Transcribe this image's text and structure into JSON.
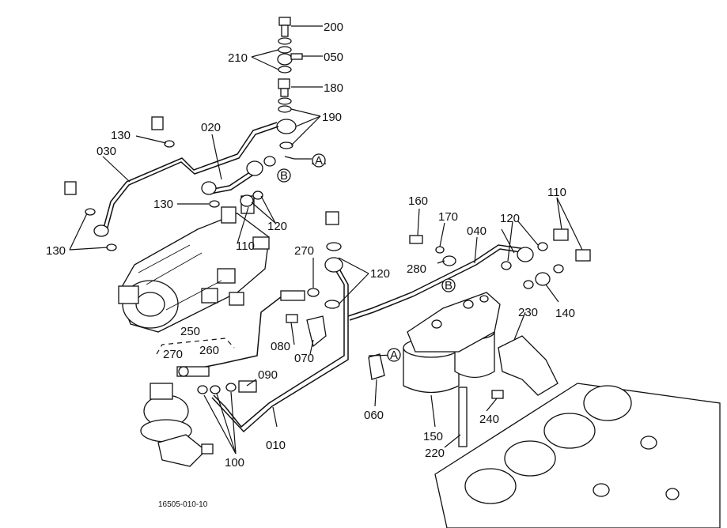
{
  "diagram": {
    "part_labels": {
      "p200": "200",
      "p210": "210",
      "p050": "050",
      "p180": "180",
      "p190": "190",
      "p130a": "130",
      "p020": "020",
      "p030": "030",
      "p130b": "130",
      "p130c": "130",
      "p110a": "110",
      "p120a": "120",
      "p160": "160",
      "p170": "170",
      "p040": "040",
      "p120b": "120",
      "p110b": "110",
      "p280": "280",
      "p270a": "270",
      "p120c": "120",
      "p140": "140",
      "p230": "230",
      "p250": "250",
      "p270b": "270",
      "p260": "260",
      "p080": "080",
      "p070": "070",
      "p090": "090",
      "p060": "060",
      "p010": "010",
      "p150": "150",
      "p240": "240",
      "p220": "220",
      "p100": "100"
    },
    "markers": {
      "a1": "A",
      "b1": "B",
      "a2": "A",
      "b2": "B"
    },
    "drawing_code": "16505-010-10"
  }
}
